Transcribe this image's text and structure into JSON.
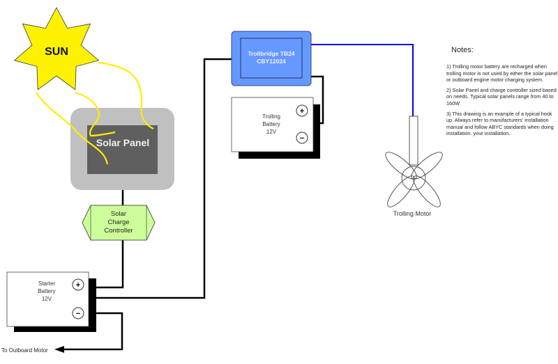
{
  "diagram": {
    "sun": {
      "label": "SUN",
      "fill": "#fff200"
    },
    "solar_panel": {
      "label": "Solar Panel",
      "frame_color": "#c0c0c0",
      "panel_color": "#5f5f5f"
    },
    "charge_controller": {
      "lines": [
        "Solar",
        "Charge",
        "Controller"
      ],
      "fill": "#ccff99"
    },
    "trollbridge": {
      "lines": [
        "Trollbridge TB24",
        "CBY12024"
      ],
      "fill": "#6699ff"
    },
    "trolling_battery": {
      "lines": [
        "Trolling",
        "Battery",
        "12V"
      ],
      "positive": "+",
      "negative": "−"
    },
    "starter_battery": {
      "lines": [
        "Starter",
        "Battery",
        "12V"
      ],
      "positive": "+",
      "negative": "−"
    },
    "trolling_motor": {
      "label": "Trolling Motor"
    },
    "outboard": {
      "label": "To Outboard Motor"
    },
    "wire_colors": {
      "dc": "#000000",
      "motor": "#0000ee",
      "sunlight": "#ffee00"
    }
  },
  "notes": {
    "title": "Notes:",
    "items": [
      "1) Trolling motor battery are recharged when trolling motor is not used by either the solar panel or outboard engine  motor charging system.",
      "2) Solar Panel and charge controller sized based on needs.  Typical solar panels range from 40 to 160W",
      "3) This drawing is an example of a typical hook up.  Always refer to manufacturers' installation manual and follow ABYC standards when doing installation. your installation.."
    ]
  }
}
